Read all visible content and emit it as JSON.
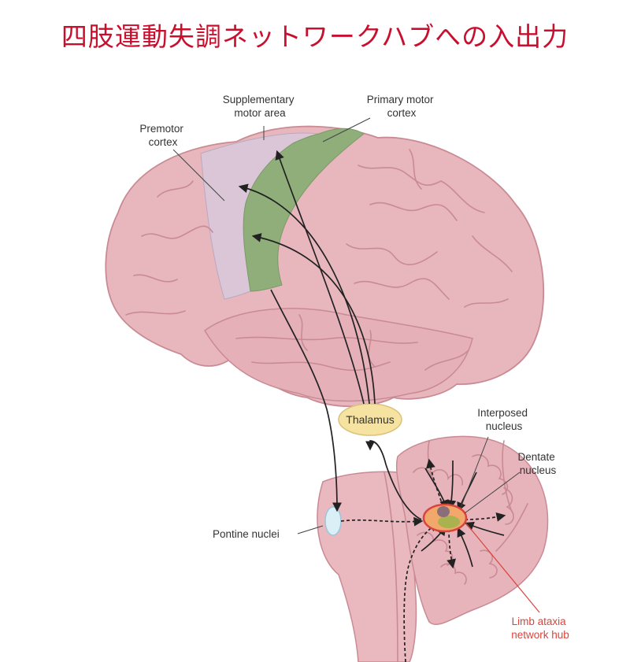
{
  "title": "四肢運動失調ネットワークハブへの入出力",
  "labels": {
    "supplementary_motor_area": [
      "Supplementary",
      "motor area"
    ],
    "primary_motor_cortex": [
      "Primary motor",
      "cortex"
    ],
    "premotor_cortex": [
      "Premotor",
      "cortex"
    ],
    "thalamus": "Thalamus",
    "interposed_nucleus": [
      "Interposed",
      "nucleus"
    ],
    "dentate_nucleus": [
      "Dentate",
      "nucleus"
    ],
    "pontine_nuclei": "Pontine nuclei",
    "limb_ataxia_hub": [
      "Limb ataxia",
      "network hub"
    ]
  },
  "colors": {
    "title": "#c8102e",
    "brain": "#e8b7bd",
    "premotor_region": "#d7c9dc",
    "primary_motor_region": "#8fae7a",
    "thalamus": "#f6e3a1",
    "hub": "#d9443c"
  }
}
